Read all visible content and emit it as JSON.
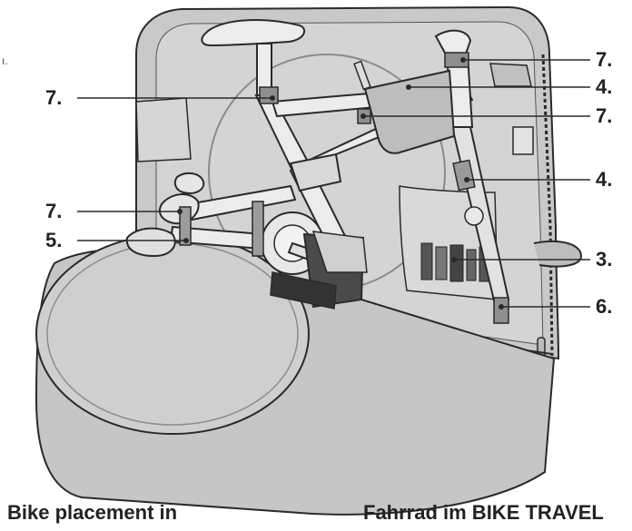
{
  "corner_mark": "ı.",
  "callouts": {
    "left_top": "7.",
    "left_mid": "7.",
    "left_low": "5.",
    "right_1": "7.",
    "right_2": "4.",
    "right_3": "7.",
    "right_4": "4.",
    "right_5": "3.",
    "right_6": "6."
  },
  "captions": {
    "left": "Bike placement in",
    "right": "Fahrrad im BIKE TRAVEL"
  },
  "colors": {
    "bag_fill": "#c9c9c9",
    "bag_light": "#dedede",
    "bag_shadow": "#a9a9a9",
    "line": "#2a2a2a",
    "frame_fill": "#ececec",
    "dark_pad": "#3a3a3a"
  }
}
